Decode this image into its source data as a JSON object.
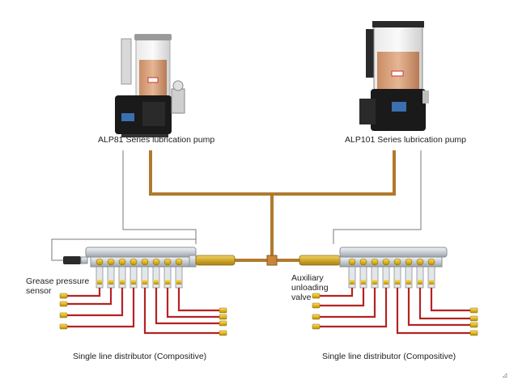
{
  "diagram": {
    "pump_left_label": "ALP81 Series lubrication pump",
    "pump_right_label": "ALP101 Series lubrication pump",
    "grease_label_line1": "Grease  pressure",
    "grease_label_line2": "sensor",
    "aux_label_line1": "Auxiliary",
    "aux_label_line2": "unloading",
    "aux_label_line3": "valve",
    "dist_left_label": "Single line distributor (Compositive)",
    "dist_right_label": "Single line distributor (Compositive)",
    "watermark": "⊿"
  },
  "colors": {
    "main_pipe": "#b07a2c",
    "signal_wire": "#7a7a7a",
    "branch_pipe": "#b42323",
    "distributor_body": "#d9dde2",
    "valve_gold": "#e6c21c",
    "hose_yellow": "#d8b52a",
    "grease": "#d8a078"
  },
  "icons": [
    "pump-icon",
    "distributor-icon",
    "pressure-sensor-icon",
    "unloading-valve-icon"
  ]
}
